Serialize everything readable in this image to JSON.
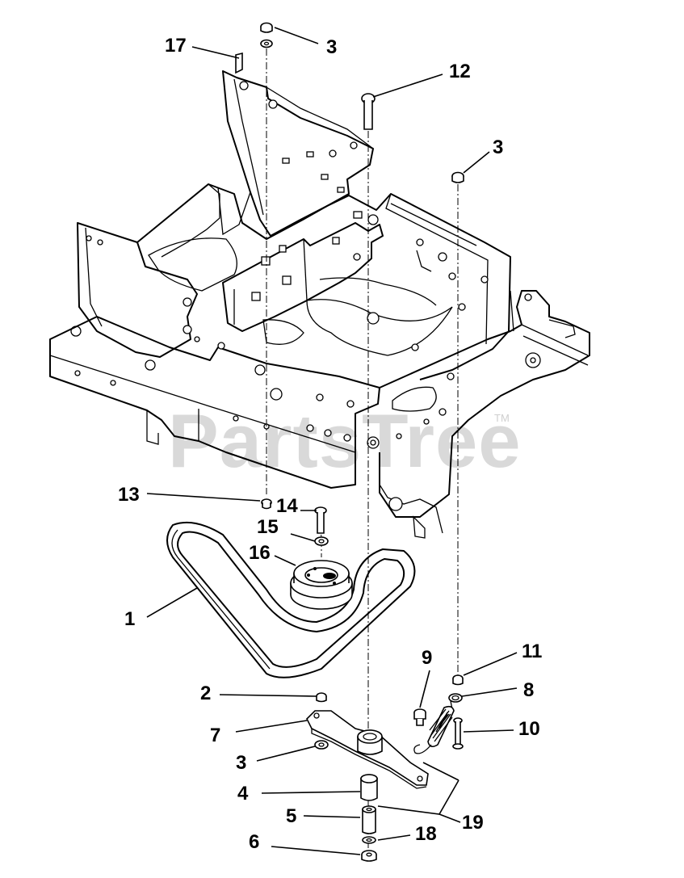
{
  "diagram": {
    "watermark": "PartsTree",
    "watermark_mark": "TM",
    "callouts": {
      "c17": "17",
      "c3_top": "3",
      "c12": "12",
      "c3_right": "3",
      "c13": "13",
      "c14": "14",
      "c15": "15",
      "c16": "16",
      "c1": "1",
      "c9": "9",
      "c11": "11",
      "c8": "8",
      "c2": "2",
      "c10": "10",
      "c7": "7",
      "c3_lower": "3",
      "c4": "4",
      "c5": "5",
      "c19": "19",
      "c18": "18",
      "c6": "6"
    }
  }
}
